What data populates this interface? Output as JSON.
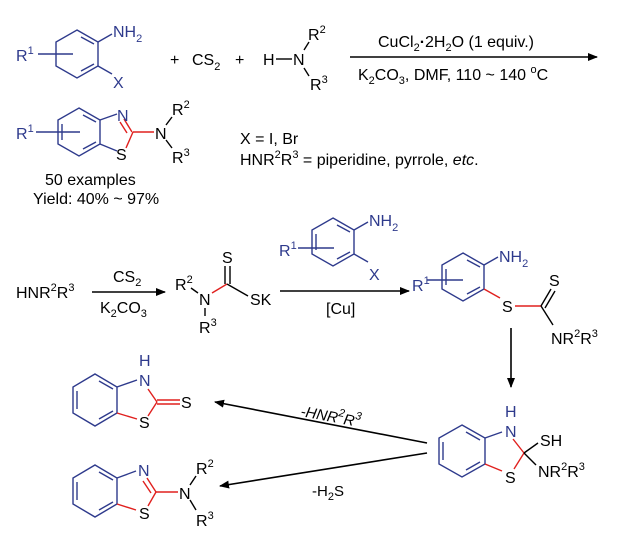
{
  "colors": {
    "aryl_bond": "#2e3a8c",
    "new_bond": "#e0201e",
    "text": "#000000"
  },
  "scheme1": {
    "reactant_aniline": {
      "substituent": "R",
      "substituent_sup": "1",
      "amino": "NH",
      "amino_sub": "2",
      "halide": "X"
    },
    "plus1": "+",
    "cs2": "CS",
    "cs2_sub": "2",
    "plus2": "+",
    "amine": {
      "h": "H",
      "n": "N",
      "r2": "R",
      "r2_sup": "2",
      "r3": "R",
      "r3_sup": "3"
    },
    "conditions_top": {
      "part1": "CuCl",
      "sub1": "2",
      "dot": "·",
      "part2": "2H",
      "sub2": "2",
      "part3": "O (1 equiv.)"
    },
    "conditions_bottom": {
      "part1": "K",
      "sub1": "2",
      "part2": "CO",
      "sub2": "3",
      "part3": ", DMF, 110 ~ 140 ",
      "deg": "o",
      "part4": "C"
    },
    "product": {
      "substituent": "R",
      "substituent_sup": "1",
      "n_ring": "N",
      "s_ring": "S",
      "n_amine": "N",
      "r2": "R",
      "r2_sup": "2",
      "r3": "R",
      "r3_sup": "3"
    },
    "examples": "50 examples",
    "yield": "Yield: 40% ~ 97%",
    "note_x": "X = I, Br",
    "note_amine": {
      "prefix": "HNR",
      "sup1": "2",
      "mid": "R",
      "sup2": "3",
      "rest": " = piperidine, pyrrole, ",
      "etc": "etc",
      "end": "."
    }
  },
  "mechanism": {
    "amine_start": {
      "prefix": "HNR",
      "sup1": "2",
      "mid": "R",
      "sup2": "3"
    },
    "step1_top": {
      "text": "CS",
      "sub": "2"
    },
    "step1_bottom": {
      "text1": "K",
      "sub1": "2",
      "text2": "CO",
      "sub2": "3"
    },
    "dithiocarbamate": {
      "r2": "R",
      "r2_sup": "2",
      "n": "N",
      "r3": "R",
      "r3_sup": "3",
      "s_thione": "S",
      "sk": "SK"
    },
    "step2_reagent": {
      "substituent": "R",
      "substituent_sup": "1",
      "amino": "NH",
      "amino_sub": "2",
      "halide": "X"
    },
    "step2_bottom": "[Cu]",
    "intermediate1": {
      "substituent": "R",
      "substituent_sup": "1",
      "amino": "NH",
      "amino_sub": "2",
      "s_link": "S",
      "s_thione": "S",
      "amine": "NR",
      "amine_sup1": "2",
      "amine_mid": "R",
      "amine_sup2": "3"
    },
    "intermediate2": {
      "h": "H",
      "n": "N",
      "s_ring": "S",
      "sh": "SH",
      "amine": "NR",
      "amine_sup1": "2",
      "amine_mid": "R",
      "amine_sup2": "3"
    },
    "path_upper": {
      "text": "-HNR",
      "sup1": "2",
      "mid": "R",
      "sup2": "3"
    },
    "path_lower": {
      "text1": "-H",
      "sub": "2",
      "text2": "S"
    },
    "product_thione": {
      "h": "H",
      "n": "N",
      "s_ring": "S",
      "s_exo": "S"
    },
    "product_amine": {
      "n_ring": "N",
      "s_ring": "S",
      "n_amine": "N",
      "r2": "R",
      "r2_sup": "2",
      "r3": "R",
      "r3_sup": "3"
    }
  }
}
